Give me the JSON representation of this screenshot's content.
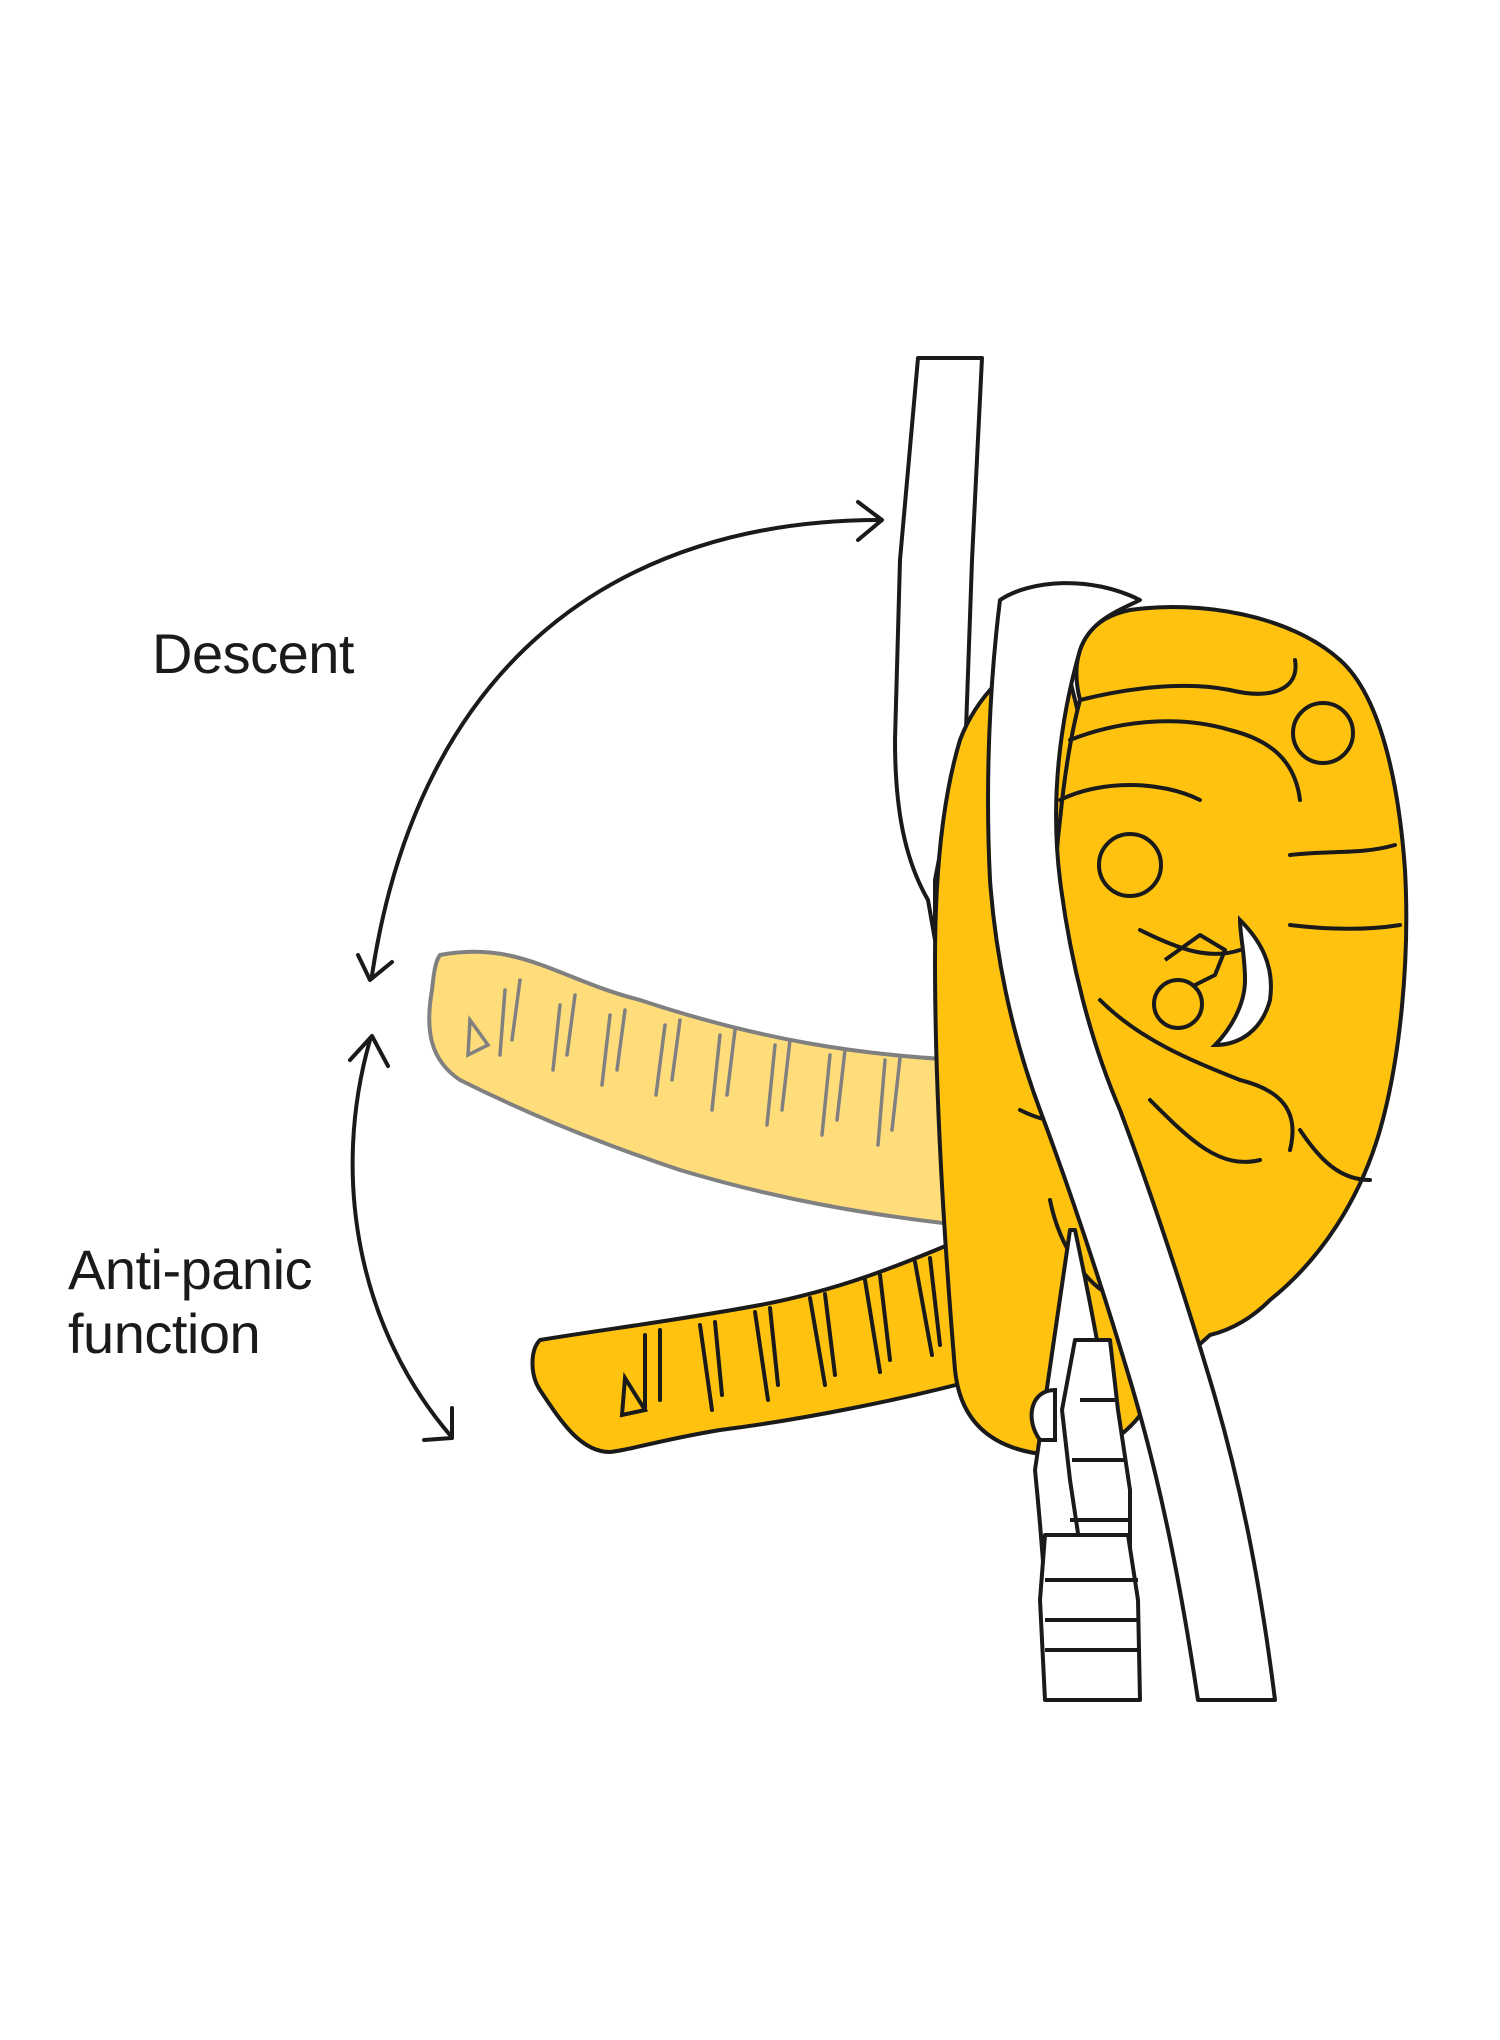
{
  "labels": {
    "descent": "Descent",
    "anti_panic_line1": "Anti-panic",
    "anti_panic_line2": "function"
  },
  "colors": {
    "device_yellow": "#FFC20E",
    "ghost_yellow": "#FFE08A",
    "outline": "#1a1a1a",
    "background": "#FFFFFF"
  }
}
